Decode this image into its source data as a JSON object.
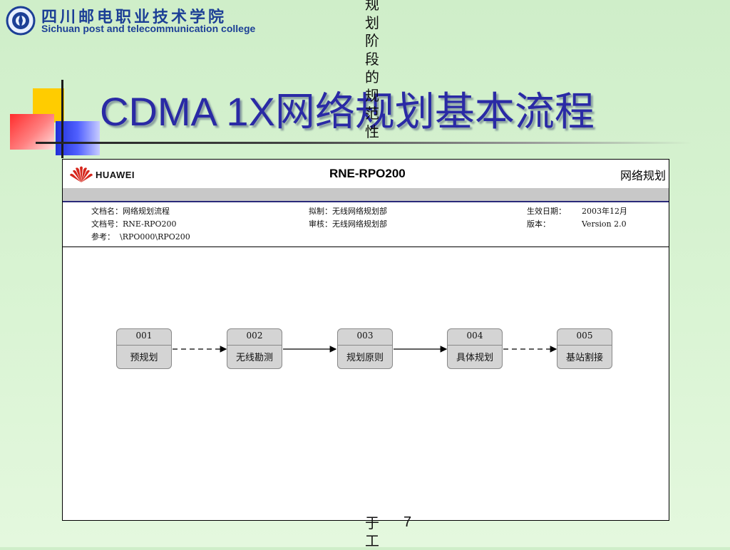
{
  "header": {
    "college_cn": "四川邮电职业技术学院",
    "college_en": "Sichuan  post and telecommunication college"
  },
  "slide": {
    "title": "CDMA 1X网络规划基本流程",
    "notes_top": "规划阶段的规范性",
    "notes_bottom": "于工",
    "page_number": "7"
  },
  "document": {
    "brand": "HUAWEI",
    "code": "RNE-RPO200",
    "category": "网络规划",
    "meta": {
      "doc_name_label": "文档名：",
      "doc_name": "网络规划流程",
      "doc_no_label": "文档号：",
      "doc_no": "RNE-RPO200",
      "ref_label": "参考：",
      "ref": "\\RPO000\\RPO200",
      "drafted_label": "拟制：",
      "drafted": "无线网络规划部",
      "reviewed_label": "审核：",
      "reviewed": "无线网络规划部",
      "effective_label": "生效日期：",
      "effective": "2003年12月",
      "version_label": "版本：",
      "version": "Version 2.0"
    },
    "flow": [
      {
        "num": "001",
        "label": "预规划"
      },
      {
        "num": "002",
        "label": "无线勘测"
      },
      {
        "num": "003",
        "label": "规划原则"
      },
      {
        "num": "004",
        "label": "具体规划"
      },
      {
        "num": "005",
        "label": "基站割接"
      }
    ],
    "connectors": [
      "dashed",
      "solid",
      "solid",
      "dashed"
    ]
  },
  "colors": {
    "title": "#2a2aa5",
    "college": "#1c3f96",
    "accent_yellow": "#ffcc00",
    "accent_red": "#ff2d2d",
    "accent_blue": "#2030d8",
    "huawei_red": "#d6261c"
  }
}
